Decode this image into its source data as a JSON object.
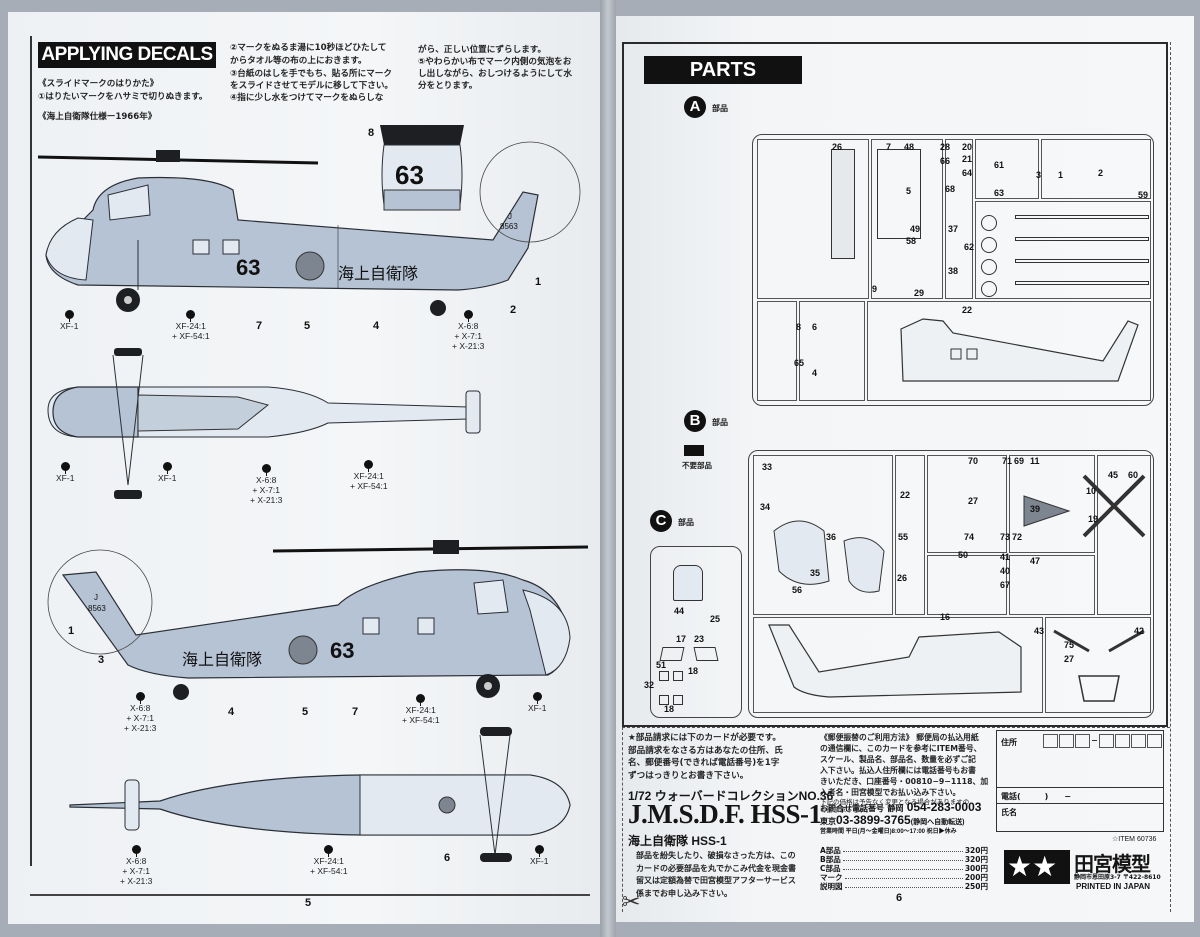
{
  "left_page": {
    "title": "APPLYING DECALS",
    "instructions": {
      "heading": "《スライドマークのはりかた》",
      "step1": "①はりたいマークをハサミで切りぬきます。",
      "step2a": "②マークをぬるま湯に10秒ほどひたして",
      "step2b": "からタオル等の布の上におきます。",
      "step3a": "③台紙のはしを手でもち、貼る所にマーク",
      "step3b": "をスライドさせてモデルに移して下さい。",
      "step4a": "④指に少し水をつけてマークをぬらしな",
      "step4b": "がら、正しい位置にずらします。",
      "step5a": "⑤やわらかい布でマーク内側の気泡をお",
      "step5b": "し出しながら、おしつけるようにして水",
      "step5c": "分をとります。"
    },
    "spec_label": "《海上自衛隊仕様ー1966年》",
    "markings": {
      "side_number": "63",
      "kanji": "海上自衛隊",
      "tail_code_letter": "J",
      "tail_code": "8563"
    },
    "paint_callouts": {
      "xf1": "XF-1",
      "grey": "XF-24:1\n+ XF-54:1",
      "tail": "X-6:8\n+ X-7:1\n+ X-21:3"
    },
    "decal_numbers": [
      "1",
      "2",
      "3",
      "4",
      "5",
      "6",
      "7",
      "8"
    ],
    "page_number": "5"
  },
  "right_page": {
    "title": "PARTS",
    "sections": [
      {
        "letter": "A",
        "label": "部品"
      },
      {
        "letter": "B",
        "label": "部品"
      },
      {
        "letter": "C",
        "label": "部品"
      }
    ],
    "unused_parts_label": "不要部品",
    "sprue_a_numbers": [
      "26",
      "7",
      "48",
      "28",
      "66",
      "20",
      "21",
      "61",
      "64",
      "63",
      "3",
      "1",
      "2",
      "59",
      "5",
      "68",
      "49",
      "37",
      "58",
      "62",
      "38",
      "9",
      "29",
      "8",
      "6",
      "65",
      "4",
      "22"
    ],
    "sprue_b_numbers": [
      "33",
      "22",
      "34",
      "36",
      "55",
      "35",
      "26",
      "56",
      "70",
      "71",
      "69",
      "27",
      "74",
      "73",
      "72",
      "11",
      "39",
      "10",
      "45",
      "60",
      "19",
      "50",
      "41",
      "40",
      "67",
      "47",
      "16",
      "43",
      "42",
      "75",
      "27"
    ],
    "sprue_c_numbers": [
      "44",
      "25",
      "17",
      "23",
      "51",
      "18",
      "32",
      "18"
    ],
    "order": {
      "left_text": [
        "★部品請求には下のカードが必要です。",
        "部品請求をなさる方はあなたの住所、氏",
        "名、郵便番号(できれば電話番号)を1字",
        "ずつはっきりとお書き下さい。"
      ],
      "series": "1/72 ウォーバードコレクションNO.36",
      "kit_title": "J.M.S.D.F. HSS-1",
      "kit_subtitle": "海上自衛隊 HSS-1",
      "bottom_text": [
        "部品を紛失したり、破損なさった方は、この",
        "カードの必要部品を丸でかこみ代金を現金書",
        "留又は定額為替で田宮模型アフターサービス",
        "係までお申し込み下さい。"
      ],
      "postal_text": [
        "《郵便振替のご利用方法》 郵便局の払込用紙",
        "の通信欄に、このカードを参考にITEM番号、",
        "スケール、製品名、部品名、数量を必ずご記",
        "入下さい。払込人住所欄には電話番号もお書",
        "きいただき、口座番号・00810−9−1118、加",
        "入者名・田宮模型でお払い込み下さい。"
      ],
      "notice": [
        "下記の価格は予告なく変更となる場合がありますの",
        "で御了承下さい。"
      ],
      "inquiry_label": "お問合せ電話番号",
      "phone_shizuoka_label": "静岡",
      "phone_shizuoka": "054-283-0003",
      "phone_tokyo_label": "東京",
      "phone_tokyo": "03-3899-3765",
      "phone_tokyo_note": "(静岡へ自動転送)",
      "hours": "営業時間 平日(月〜金曜日)8:00〜17:00 祝日▶休み",
      "prices": [
        {
          "item": "A部品",
          "price": "320円"
        },
        {
          "item": "B部品",
          "price": "320円"
        },
        {
          "item": "C部品",
          "price": "300円"
        },
        {
          "item": "マーク",
          "price": "200円"
        },
        {
          "item": "説明図",
          "price": "250円"
        }
      ]
    },
    "form": {
      "address_label": "住所",
      "phone_label": "電話(　　　)　　−",
      "name_label": "氏名"
    },
    "item_number": "☆ITEM 60736",
    "brand": "田宮模型",
    "brand_address": "静岡市恩田原3-7 〒422-8610",
    "printed_in": "PRINTED IN JAPAN",
    "page_number": "6"
  }
}
